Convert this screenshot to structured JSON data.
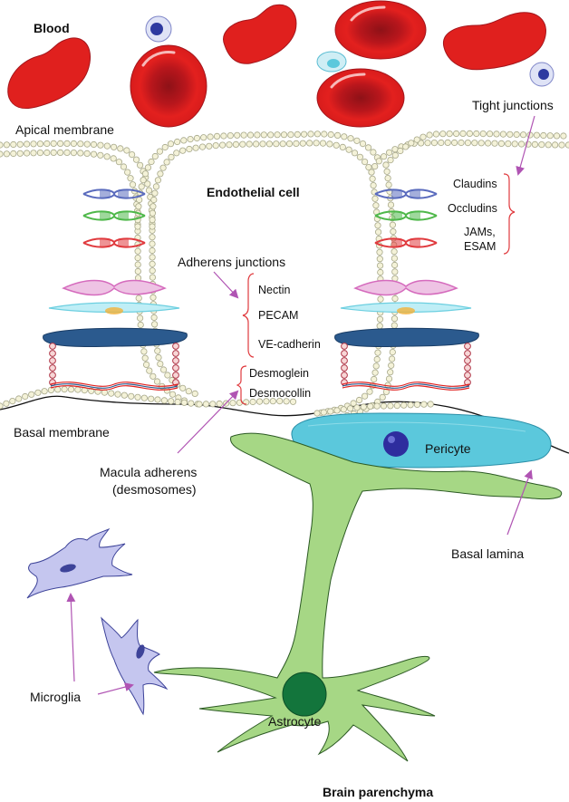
{
  "labels": {
    "blood": "Blood",
    "apical_membrane": "Apical membrane",
    "tight_junctions": "Tight junctions",
    "endothelial_cell": "Endothelial cell",
    "claudins": "Claudins",
    "occludins": "Occludins",
    "jams": "JAMs,",
    "esam": "ESAM",
    "adherens_junctions": "Adherens junctions",
    "nectin": "Nectin",
    "pecam": "PECAM",
    "ve_cadherin": "VE-cadherin",
    "desmoglein": "Desmoglein",
    "desmocollin": "Desmocollin",
    "basal_membrane": "Basal membrane",
    "pericyte": "Pericyte",
    "macula_adherens_1": "Macula adherens",
    "macula_adherens_2": "(desmosomes)",
    "basal_lamina": "Basal lamina",
    "microglia": "Microglia",
    "astrocyte": "Astrocyte",
    "brain_parenchyma": "Brain parenchyma"
  },
  "colors": {
    "red_blood_cell": "#e0201e",
    "red_blood_cell_dark": "#a3161c",
    "membrane_bead": "#f4f2d8",
    "membrane_stroke": "#a7a88a",
    "astrocyte": "#a6d785",
    "astrocyte_nucleus": "#13753c",
    "pericyte": "#5bc8dc",
    "pericyte_nucleus": "#2e2d9e",
    "microglia": "#c5c6ef",
    "arrow": "#b054b3",
    "bracket": "#e03a3e",
    "claudin": "#5a6bbd",
    "occludin": "#4fb84a",
    "jam": "#e03a3e",
    "nectin": "#d56bbd",
    "pecam": "#6ccfe0",
    "ve_cadherin": "#2b5a8e"
  }
}
